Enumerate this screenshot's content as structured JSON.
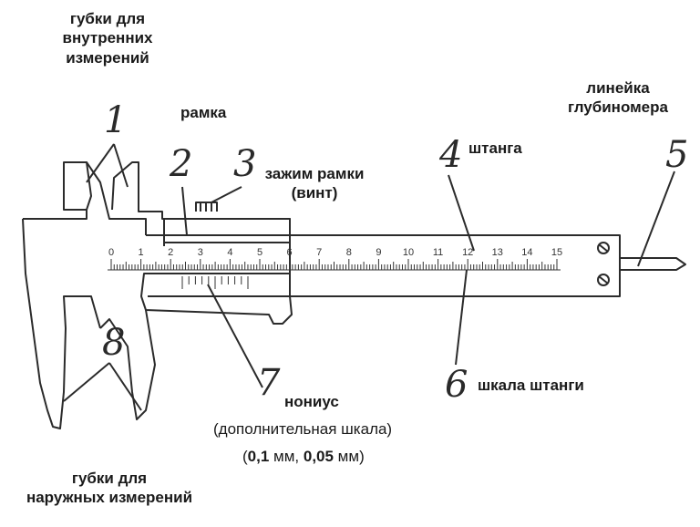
{
  "labels": {
    "inner_jaws": "губки для\nвнутренних\nизмерений",
    "frame": "рамка",
    "frame_clamp": "зажим рамки\n(винт)",
    "beam": "штанга",
    "depth_rod": "линейка\nглубиномера",
    "beam_scale": "шкала штанги",
    "vernier_title": "нониус",
    "vernier_sub": "(дополнительная шкала)",
    "vernier_prec_a": "0,1",
    "vernier_prec_unit_a": " мм, ",
    "vernier_prec_b": "0,05",
    "vernier_prec_unit_b": " мм",
    "outer_jaws": "губки для\nнаружных измерений"
  },
  "numbers": {
    "n1": "1",
    "n2": "2",
    "n3": "3",
    "n4": "4",
    "n5": "5",
    "n6": "6",
    "n7": "7",
    "n8": "8"
  },
  "scale_ticks": [
    "0",
    "1",
    "2",
    "3",
    "4",
    "5",
    "6",
    "7",
    "8",
    "9",
    "10",
    "11",
    "12",
    "13",
    "14",
    "15"
  ],
  "colors": {
    "line": "#2b2b2b",
    "paper": "#ffffff"
  }
}
